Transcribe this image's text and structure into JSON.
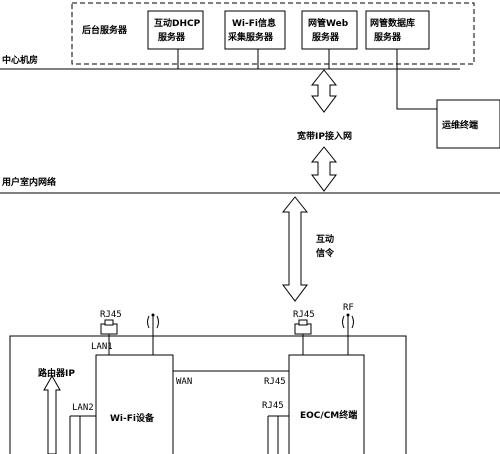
{
  "servers": {
    "group_label": "后台服务器",
    "dhcp": [
      "互动DHCP",
      "服务器"
    ],
    "wifi_collect": [
      "Wi-Fi信息",
      "采集服务器"
    ],
    "web": [
      "网管Web",
      "服务器"
    ],
    "db": [
      "网管数据库",
      "服务器"
    ]
  },
  "center_room": "中心机房",
  "ops_terminal": "运维终端",
  "broadband_access": "宽带IP接入网",
  "home_network": "用户室内网络",
  "interaction": [
    "互动",
    "信令"
  ],
  "wifi_device": "Wi-Fi设备",
  "eoc_terminal": "EOC/CM终端",
  "ports": {
    "rj45_left": "RJ45",
    "rj45_right": "RJ45",
    "rf": "RF",
    "lan1": "LAN1",
    "lan2": "LAN2",
    "wan": "WAN",
    "eoc_rj45_1": "RJ45",
    "eoc_rj45_2": "RJ45"
  },
  "router_ip": "路由器IP"
}
